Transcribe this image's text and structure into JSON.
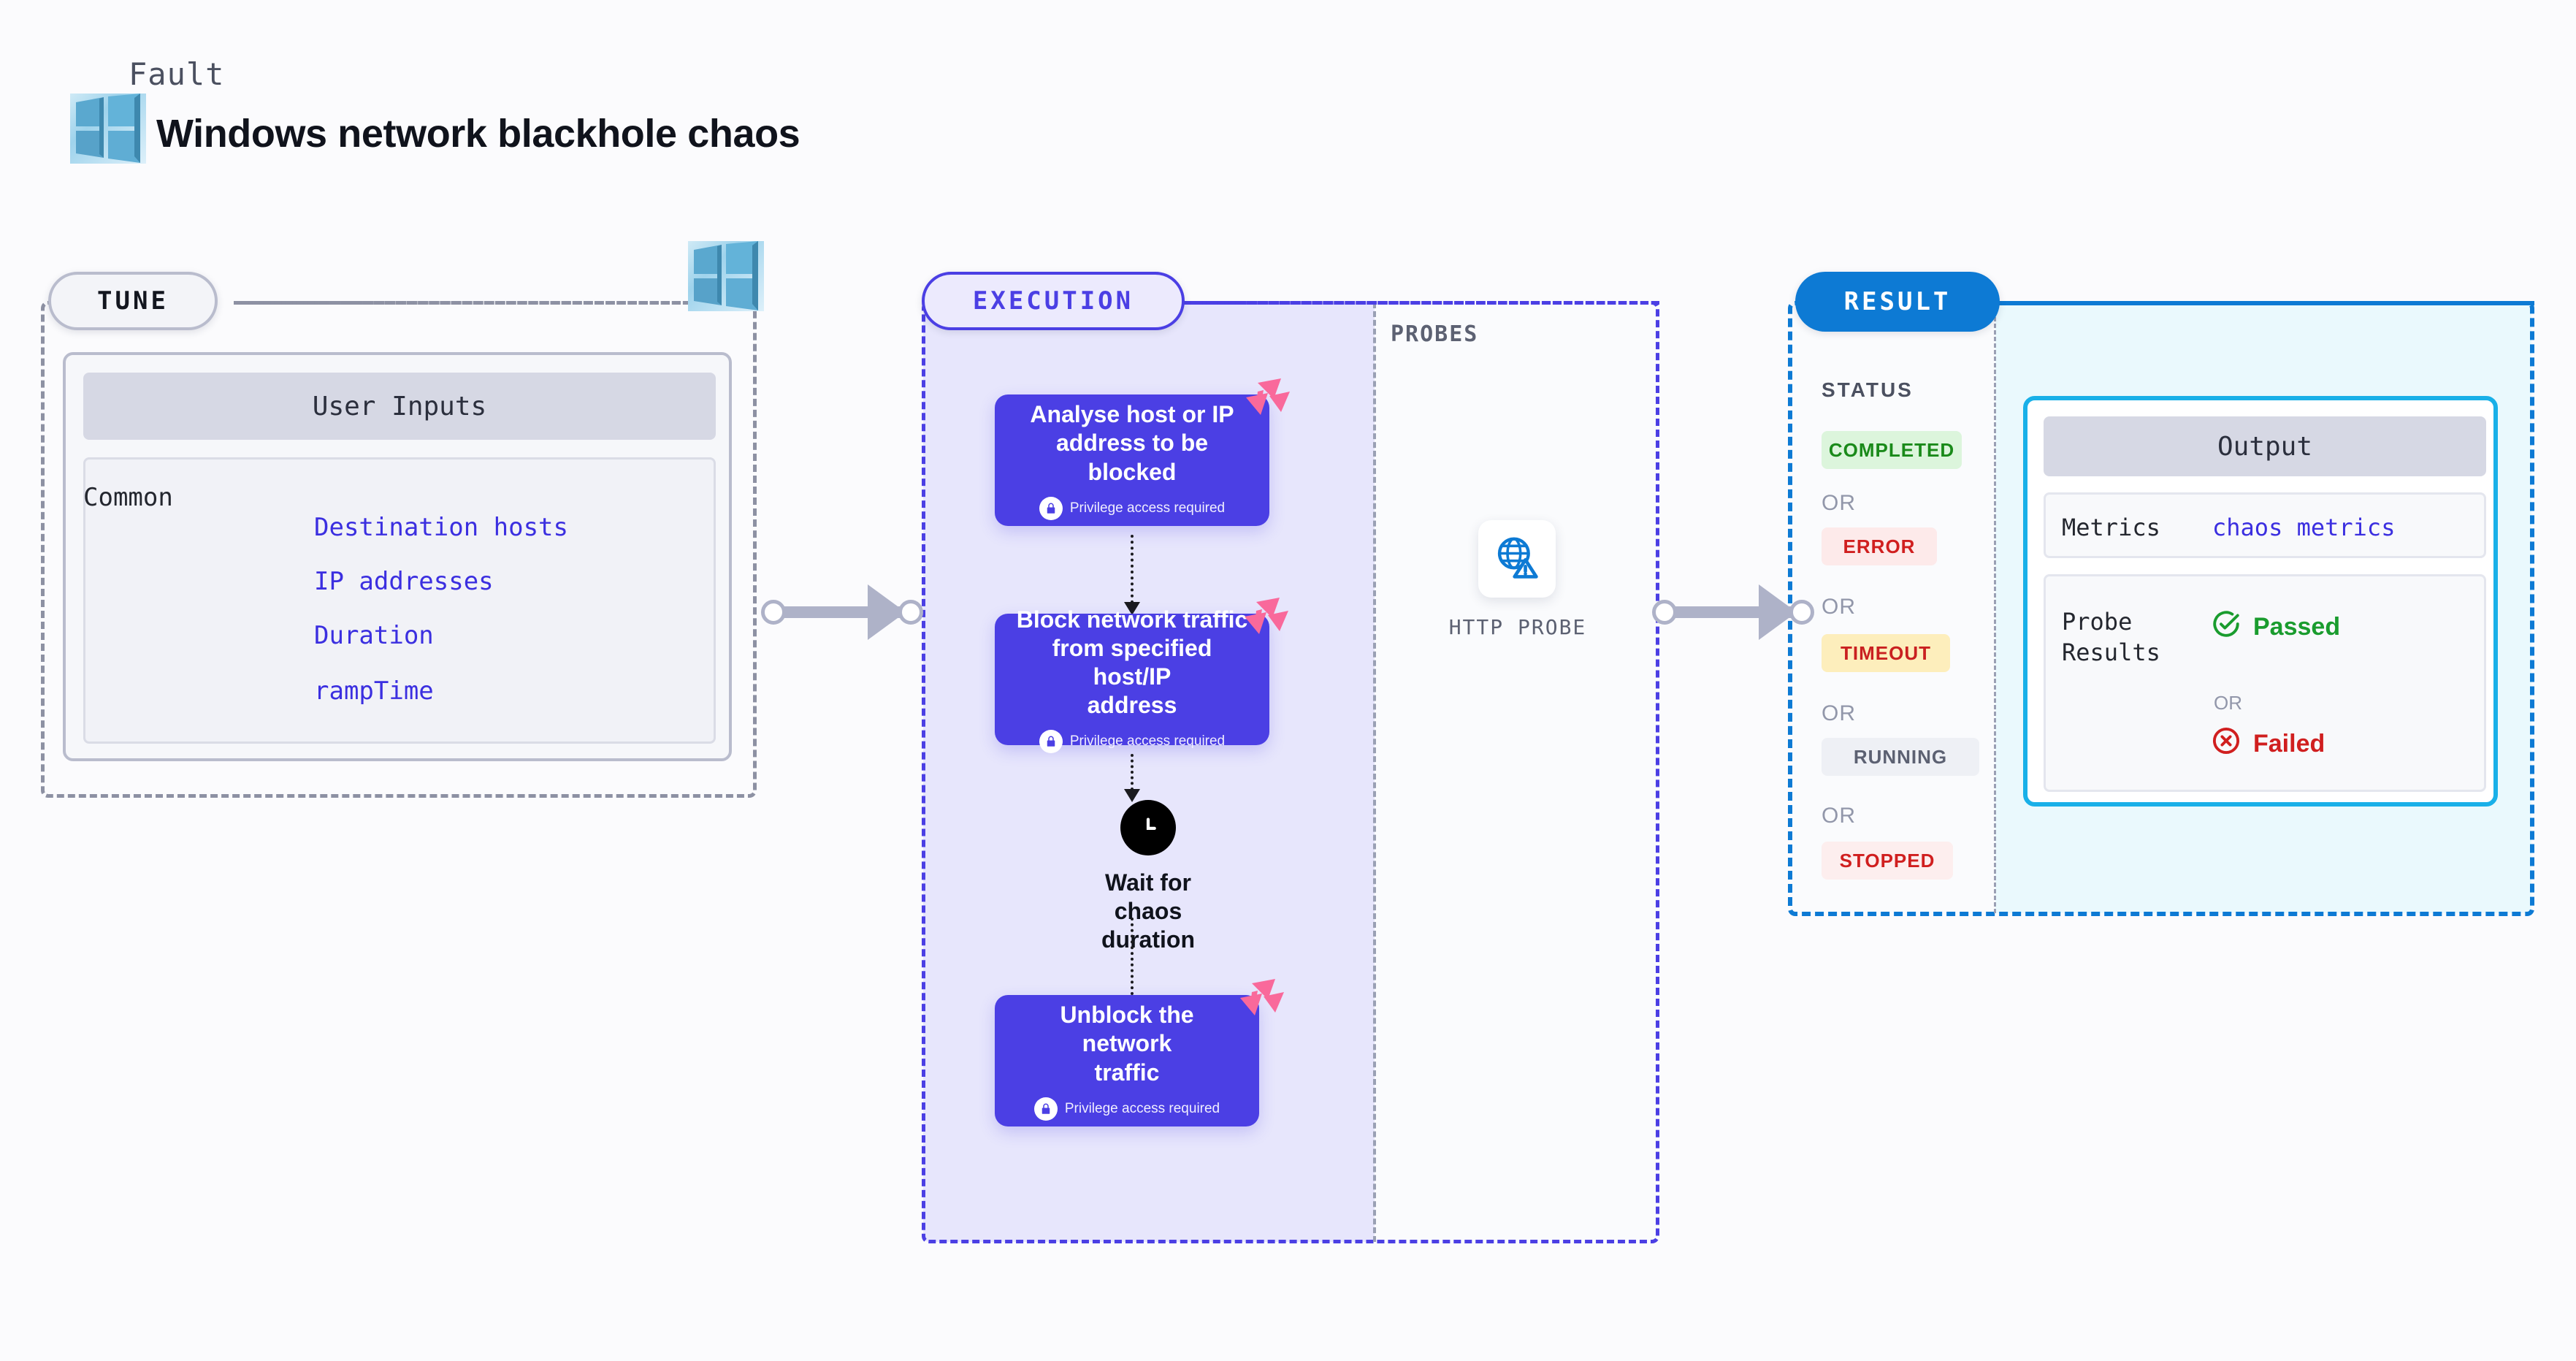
{
  "header": {
    "kicker": "Fault",
    "title": "Windows network blackhole chaos",
    "logo_icon": "windows-logo-icon"
  },
  "tune": {
    "pill_label": "TUNE",
    "card_header": "User Inputs",
    "group_label": "Common",
    "params": [
      "Destination hosts",
      "IP addresses",
      "Duration",
      "rampTime"
    ],
    "badge_icon": "windows-logo-icon"
  },
  "execution": {
    "pill_label": "EXECUTION",
    "nodes": [
      {
        "title": "Analyse host or IP\naddress to be\nblocked",
        "privilege": "Privilege access required",
        "lock_icon": "lock-icon",
        "corner_icon": "harness-chaos-icon"
      },
      {
        "title": "Block network traffic\nfrom specified host/IP\naddress",
        "privilege": "Privilege access required",
        "lock_icon": "lock-icon",
        "corner_icon": "harness-chaos-icon"
      },
      {
        "title": "Unblock the network\ntraffic",
        "privilege": "Privilege access required",
        "lock_icon": "lock-icon",
        "corner_icon": "harness-chaos-icon"
      }
    ],
    "wait": {
      "label": "Wait for chaos\nduration",
      "icon": "clock-icon"
    }
  },
  "probes": {
    "section_label": "PROBES",
    "items": [
      {
        "label": "HTTP PROBE",
        "icon": "globe-warning-icon"
      }
    ]
  },
  "result": {
    "pill_label": "RESULT",
    "status_label": "STATUS",
    "or_label": "OR",
    "statuses": [
      {
        "label": "COMPLETED",
        "bg": "#dcf5dc",
        "fg": "#1a8a1a"
      },
      {
        "label": "ERROR",
        "bg": "#fdeaea",
        "fg": "#d01f1f"
      },
      {
        "label": "TIMEOUT",
        "bg": "#fdeebc",
        "fg": "#c92020"
      },
      {
        "label": "RUNNING",
        "bg": "#eef0f5",
        "fg": "#5c6172"
      },
      {
        "label": "STOPPED",
        "bg": "#fdeeee",
        "fg": "#d01f1f"
      }
    ],
    "output": {
      "header": "Output",
      "metrics_key": "Metrics",
      "metrics_value": "chaos metrics",
      "probe_results_key": "Probe\nResults",
      "passed_label": "Passed",
      "passed_icon": "check-circle-icon",
      "failed_label": "Failed",
      "failed_icon": "x-circle-icon",
      "or_label": "OR"
    }
  },
  "colors": {
    "canvas_bg": "#fbfbfd",
    "exec_accent": "#4b3fe4",
    "exec_fill": "#e7e6fc",
    "result_accent": "#0d7ad4",
    "result_fill": "#eaf9fd",
    "output_border": "#19b0e8",
    "tune_border": "#8d91a3",
    "connector": "#aeb2c8",
    "link_text": "#3b2fe0",
    "harness_pink": "#f9699b",
    "passed_green": "#1a9c2e",
    "failed_red": "#d01f1f"
  }
}
